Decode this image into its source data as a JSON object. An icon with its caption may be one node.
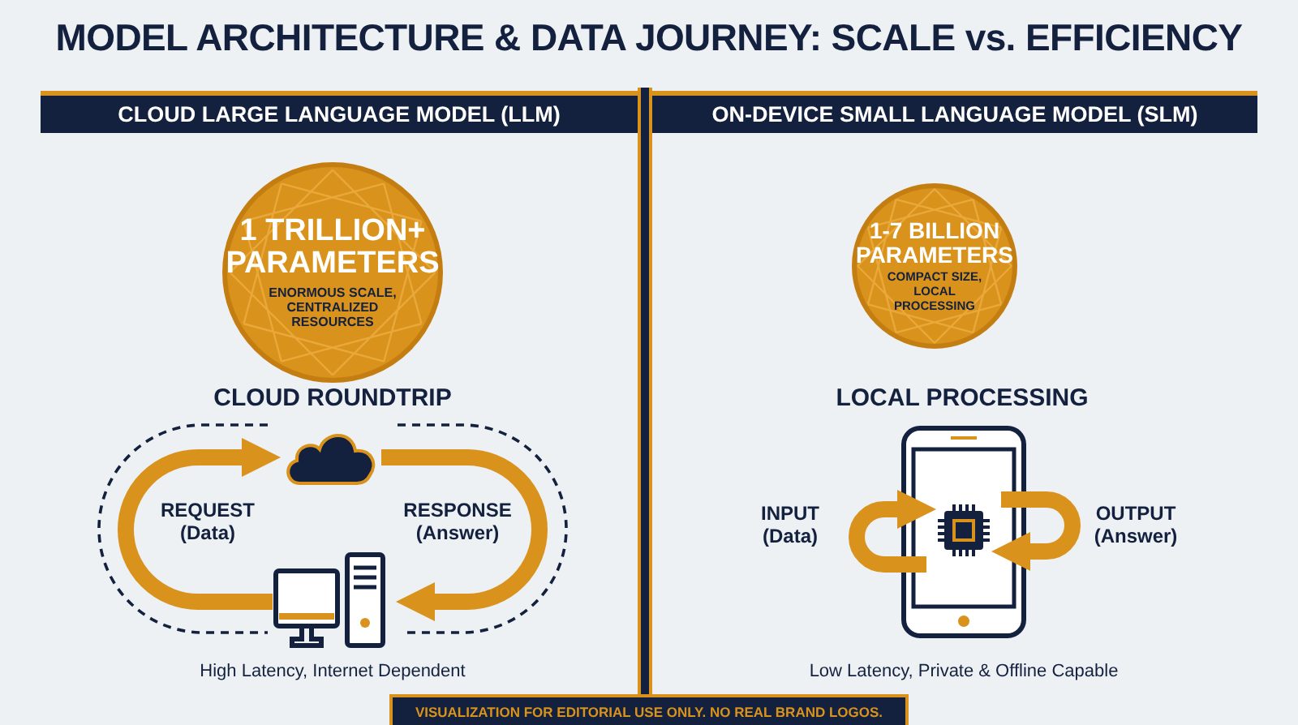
{
  "diagram": {
    "title": "MODEL ARCHITECTURE & DATA JOURNEY: SCALE vs. EFFICIENCY",
    "nodes": [
      {
        "text": [
          "CLOUD LARGE LANGUAGE MODEL (LLM)"
        ]
      },
      {
        "text": [
          "ON-DEVICE SMALL LANGUAGE MODEL (SLM)"
        ]
      },
      {
        "text": [
          "1 TRILLION+ PARAMETERS",
          "ENORMOUS SCALE, CENTRALIZED RESOURCES"
        ]
      },
      {
        "text": [
          "1-7 BILLION PARAMETERS",
          "COMPACT SIZE, LOCAL PROCESSING"
        ]
      },
      {
        "text": [],
        "shape": "cloud"
      },
      {
        "text": [],
        "shape": "picture"
      },
      {
        "text": [],
        "shape": "picture"
      },
      {
        "text": [],
        "shape": "picture",
        "in": 6
      }
    ],
    "edges": [
      {
        "from": 5,
        "to": 4,
        "arrow": "to",
        "label": "REQUEST (Data)"
      },
      {
        "from": 4,
        "to": 5,
        "arrow": "to",
        "label": "RESPONSE (Answer)"
      },
      {
        "from": null,
        "to": 7,
        "arrow": "to",
        "label": "INPUT (Data)"
      },
      {
        "from": null,
        "to": 7,
        "arrow": "to",
        "label": "OUTPUT (Answer)"
      }
    ],
    "labels": [
      "CLOUD ROUNDTRIP",
      "LOCAL PROCESSING",
      "High Latency, Internet Dependent",
      "Low Latency, Private & Offline Capable",
      "VISUALIZATION FOR EDITORIAL USE ONLY. NO REAL BRAND LOGOS."
    ]
  }
}
